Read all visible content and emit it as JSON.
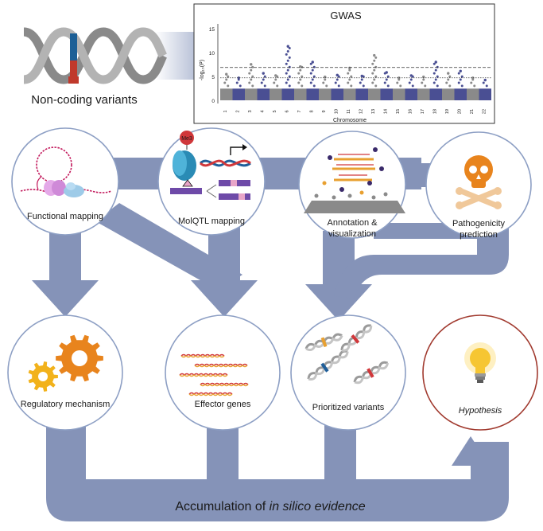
{
  "top": {
    "variants_label": "Non-coding variants"
  },
  "gwas": {
    "title": "GWAS",
    "ylabel": "-log₁₀(P)",
    "xlabel": "Chromosome",
    "y_ticks": [
      "0",
      "5",
      "10",
      "15"
    ],
    "chromosomes": [
      "1",
      "2",
      "3",
      "4",
      "5",
      "6",
      "7",
      "8",
      "9",
      "10",
      "11",
      "12",
      "13",
      "14",
      "15",
      "16",
      "17",
      "18",
      "19",
      "20",
      "21",
      "22"
    ]
  },
  "chart_data": {
    "type": "scatter",
    "title": "GWAS",
    "xlabel": "Chromosome",
    "ylabel": "-log10(P)",
    "ylim": [
      0,
      17
    ],
    "categories": [
      "1",
      "2",
      "3",
      "4",
      "5",
      "6",
      "7",
      "8",
      "9",
      "10",
      "11",
      "12",
      "13",
      "14",
      "15",
      "16",
      "17",
      "18",
      "19",
      "20",
      "21",
      "22"
    ],
    "series": [
      {
        "values": [
          5.8,
          5.0,
          8.0,
          6.0,
          5.5,
          12.0,
          7.5,
          8.5,
          5.2,
          5.6,
          7.2,
          5.4,
          10.0,
          6.2,
          5.0,
          5.5,
          5.2,
          8.5,
          6.0,
          6.5,
          5.0,
          4.5
        ]
      }
    ],
    "threshold_lines": [
      7.3,
      5.0
    ]
  },
  "steps": {
    "functional_mapping": "Functional mapping",
    "molqtl_mapping": "MolQTL mapping",
    "annotation_line1": "Annotation &",
    "annotation_line2": "visualization",
    "pathogenicity_line1": "Pathogenicity",
    "pathogenicity_line2": "prediction",
    "regulatory_mechanism": "Regulatory mechanism",
    "effector_genes": "Effector genes",
    "prioritized_variants": "Prioritized variants",
    "hypothesis": "Hypothesis",
    "me3_label": "Me3"
  },
  "footer": {
    "prefix": "Accumulation of ",
    "italic": "in silico evidence"
  },
  "colors": {
    "flow": "#8593b8",
    "circle_border": "#8d9fc4",
    "hypothesis_border": "#a13a2f",
    "gwas_gray": "#8a8a8a",
    "gwas_blue": "#4a4f93",
    "gear_orange": "#e8841d",
    "gear_yellow": "#f2b21b"
  }
}
